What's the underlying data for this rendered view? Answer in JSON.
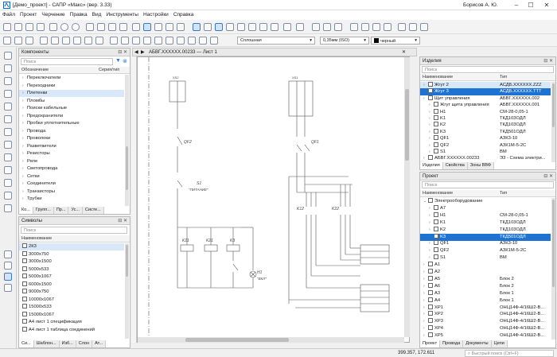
{
  "window": {
    "title": "[Демо_проект] - САПР «Макс» (вер. 3.33)",
    "user": "Борисов А. Ю."
  },
  "menu": [
    "Файл",
    "Проект",
    "Черчение",
    "Правка",
    "Вид",
    "Инструменты",
    "Настройки",
    "Справка"
  ],
  "props": {
    "linetype": "Сплошная",
    "lineweight": "0,35мм (ISO)",
    "color": "черный"
  },
  "components": {
    "title": "Компоненты",
    "search_placeholder": "Поиск",
    "col1": "Обозначение",
    "col2": "Серия/тип",
    "items": [
      "Переключатели",
      "Переходники",
      "Плетенки",
      "Пломбы",
      "Поиски кабельные",
      "Предохранители",
      "Пробки уплотнительные",
      "Провода",
      "Проволоки",
      "Разветвители",
      "Резисторы",
      "Реле",
      "Светопровода",
      "Сетки",
      "Соединители",
      "Транзисторы",
      "Трубки"
    ],
    "tabs": [
      "Ко...",
      "Групп...",
      "Пр...",
      "Ус...",
      "Систе..."
    ]
  },
  "symbols": {
    "title": "Символы",
    "search_placeholder": "Поиск",
    "col1": "Наименование",
    "items": [
      "2К3",
      "3000х750",
      "3000х1500",
      "5000х533",
      "5000х1067",
      "6000х1500",
      "9000х750",
      "10000х1067",
      "15000х533",
      "15000х1067",
      "А4 лист 1 спецификация",
      "А4 лист 1 таблица соединений"
    ],
    "tabs": [
      "Си...",
      "Шаблон...",
      "Изб...",
      "Слон",
      "Ат..."
    ]
  },
  "doc": {
    "tab": "АБВГ.XXXXXX.00233 — Лист 1"
  },
  "izdeliya": {
    "title": "Изделия",
    "search_placeholder": "Поиск",
    "col1": "Наименование",
    "col2": "Тип",
    "rows": [
      {
        "name": "Жгут 2",
        "type": "АСДБ.XXXXXX.ZZZ",
        "indent": 0,
        "state": "hl"
      },
      {
        "name": "Жгут 3",
        "type": "АСДБ.XXXXXX.ТТТ",
        "indent": 0,
        "state": "sel"
      },
      {
        "name": "Щит управления",
        "type": "АБВГ.XXXXXX.002",
        "indent": 0,
        "state": ""
      },
      {
        "name": "Жгут щита управления",
        "type": "АБВГ.XXXXXX.001",
        "indent": 1,
        "state": ""
      },
      {
        "name": "H1",
        "type": "СМ-28-0,05-1",
        "indent": 1,
        "state": ""
      },
      {
        "name": "K1",
        "type": "ТКД103ОДЛ",
        "indent": 1,
        "state": ""
      },
      {
        "name": "K2",
        "type": "ТКД103ОДЛ",
        "indent": 1,
        "state": ""
      },
      {
        "name": "K3",
        "type": "ТКД501ОДЛ",
        "indent": 1,
        "state": ""
      },
      {
        "name": "QF1",
        "type": "АЗК3-10",
        "indent": 1,
        "state": ""
      },
      {
        "name": "QF2",
        "type": "АЗК1М-5-2С",
        "indent": 1,
        "state": ""
      },
      {
        "name": "S1",
        "type": "ВМ",
        "indent": 1,
        "state": ""
      },
      {
        "name": "АБВГ.XXXXXX.00233",
        "type": "Э3 - Схема электри...",
        "indent": 0,
        "state": ""
      }
    ],
    "tabs": [
      "Изделия",
      "Свойства",
      "Зоны ВВФ"
    ]
  },
  "project": {
    "title": "Проект",
    "search_placeholder": "Поиск",
    "col1": "Наименование",
    "col2": "Тип",
    "rows": [
      {
        "name": "Электрооборудование",
        "type": "",
        "indent": 0,
        "state": ""
      },
      {
        "name": "A7",
        "type": "",
        "indent": 1,
        "state": ""
      },
      {
        "name": "H1",
        "type": "СМ-28-0,05-1",
        "indent": 1,
        "state": ""
      },
      {
        "name": "K1",
        "type": "ТКД103ОДЛ",
        "indent": 1,
        "state": ""
      },
      {
        "name": "K2",
        "type": "ТКД103ОДЛ",
        "indent": 1,
        "state": ""
      },
      {
        "name": "K3",
        "type": "ТКД501ОДЛ",
        "indent": 1,
        "state": "sel"
      },
      {
        "name": "QF1",
        "type": "АЗК3-10",
        "indent": 1,
        "state": ""
      },
      {
        "name": "QF2",
        "type": "АЗК1М-5-2С",
        "indent": 1,
        "state": ""
      },
      {
        "name": "S1",
        "type": "ВМ",
        "indent": 1,
        "state": ""
      },
      {
        "name": "A1",
        "type": "",
        "indent": 0,
        "state": ""
      },
      {
        "name": "A2",
        "type": "",
        "indent": 0,
        "state": ""
      },
      {
        "name": "A5",
        "type": "Блок 2",
        "indent": 0,
        "state": ""
      },
      {
        "name": "A6",
        "type": "Блок 2",
        "indent": 0,
        "state": ""
      },
      {
        "name": "A3",
        "type": "Блок 1",
        "indent": 0,
        "state": ""
      },
      {
        "name": "A4",
        "type": "Блок 1",
        "indent": 0,
        "state": ""
      },
      {
        "name": "XP1",
        "type": "ОНЦ14Ф-4/16Ш2-В...",
        "indent": 0,
        "state": ""
      },
      {
        "name": "XP2",
        "type": "ОНЦ14Ф-4/16Ш2-В...",
        "indent": 0,
        "state": ""
      },
      {
        "name": "XP3",
        "type": "ОНЦ14Ф-4/16Ш2-В...",
        "indent": 0,
        "state": ""
      },
      {
        "name": "XP4",
        "type": "ОНЦ14Ф-4/16Ш2-В...",
        "indent": 0,
        "state": ""
      },
      {
        "name": "XP5",
        "type": "ОНЦ14Ф-4/16Ш2-В...",
        "indent": 0,
        "state": ""
      }
    ],
    "tabs": [
      "Проект",
      "Провода",
      "Документы",
      "Цепи"
    ]
  },
  "status": {
    "coords": "399.357, 172.611",
    "quick_search": "Быстрый поиск (Ctrl+F)"
  },
  "schematic": {
    "labels": {
      "xs2": "XS2",
      "xs1": "XS1",
      "qf2": "QF2",
      "qf1": "QF1",
      "s1": "S1",
      "s1_desc": "\"ПИТАНИЕ\"",
      "k11": "K11",
      "k21": "K21",
      "k3": "K3",
      "h1": "H1",
      "h1_desc": "\"ВКЛ\"",
      "k12": "K12",
      "k22": "K22"
    }
  }
}
